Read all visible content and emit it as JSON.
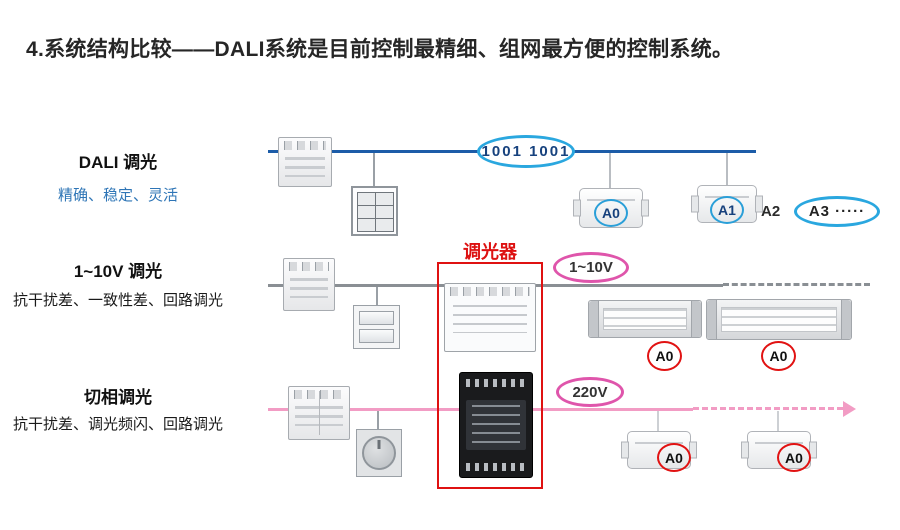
{
  "title": "4.系统结构比较——DALI系统是目前控制最精细、组网最方便的控制系统。",
  "annotation": {
    "dimmer_label": "调光器"
  },
  "rows": {
    "dali": {
      "label": "DALI 调光",
      "sublabel": "精确、稳定、灵活",
      "bus_label": "1001 1001",
      "addresses": {
        "a0": "A0",
        "a1": "A1",
        "a2": "A2",
        "a3": "A3 ·····"
      },
      "line_color": "#1c5ca8"
    },
    "v10": {
      "label": "1~10V 调光",
      "sublabel": "抗干扰差、一致性差、回路调光",
      "bus_label": "1~10V",
      "addresses": {
        "a0_1": "A0",
        "a0_2": "A0"
      },
      "line_color": "#8a8f94"
    },
    "phase": {
      "label": "切相调光",
      "sublabel": "抗干扰差、调光频闪、回路调光",
      "bus_label": "220V",
      "addresses": {
        "a0_1": "A0",
        "a0_2": "A0"
      },
      "line_color": "#f29cc4"
    }
  },
  "colors": {
    "dali_subtitle_text": "#2e75b6",
    "dali_bus_line": "#1c5ca8",
    "blue_oval_border": "#2aa7df",
    "pink_oval_border": "#df55ab",
    "analog_bus_line": "#8a8f94",
    "phase_bus_line": "#f29cc4",
    "annotation_red": "#dd1111"
  }
}
